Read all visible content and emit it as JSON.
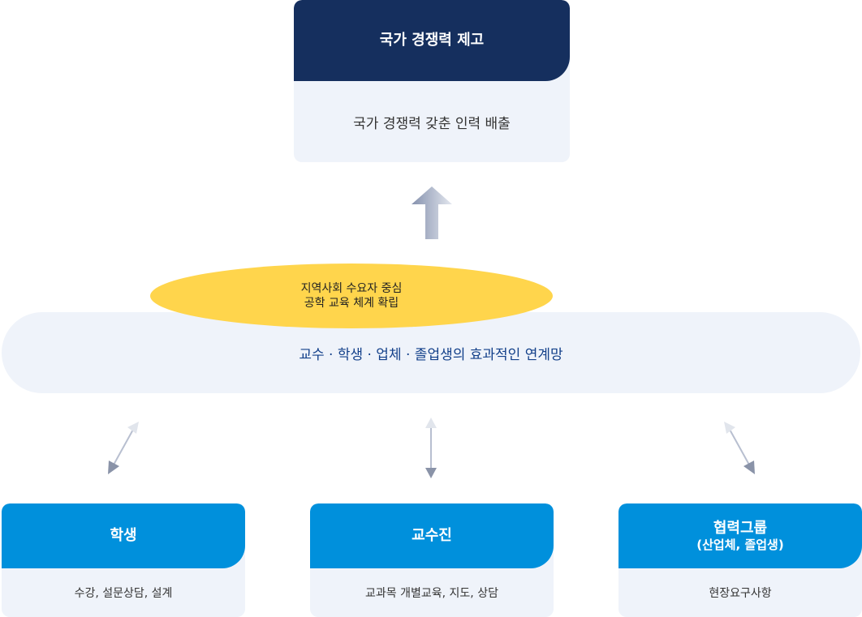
{
  "top": {
    "title": "국가 경쟁력 제고",
    "description": "국가 경쟁력 갖춘 인력 배출"
  },
  "goal": {
    "line1": "지역사회 수요자 중심",
    "line2": "공학 교육 체계 확립"
  },
  "network": {
    "label": "교수 · 학생 · 업체 · 졸업생의 효과적인 연계망"
  },
  "groups": [
    {
      "title": "학생",
      "subtitle": "",
      "description": "수강, 설문상담, 설계"
    },
    {
      "title": "교수진",
      "subtitle": "",
      "description": "교과목 개별교육, 지도, 상담"
    },
    {
      "title": "협력그룹",
      "subtitle": "(산업체, 졸업생)",
      "description": "현장요구사항"
    }
  ],
  "colors": {
    "navy": "#152f5e",
    "blue": "#0090dc",
    "yellow": "#ffd54c",
    "panel": "#eff3fa"
  }
}
